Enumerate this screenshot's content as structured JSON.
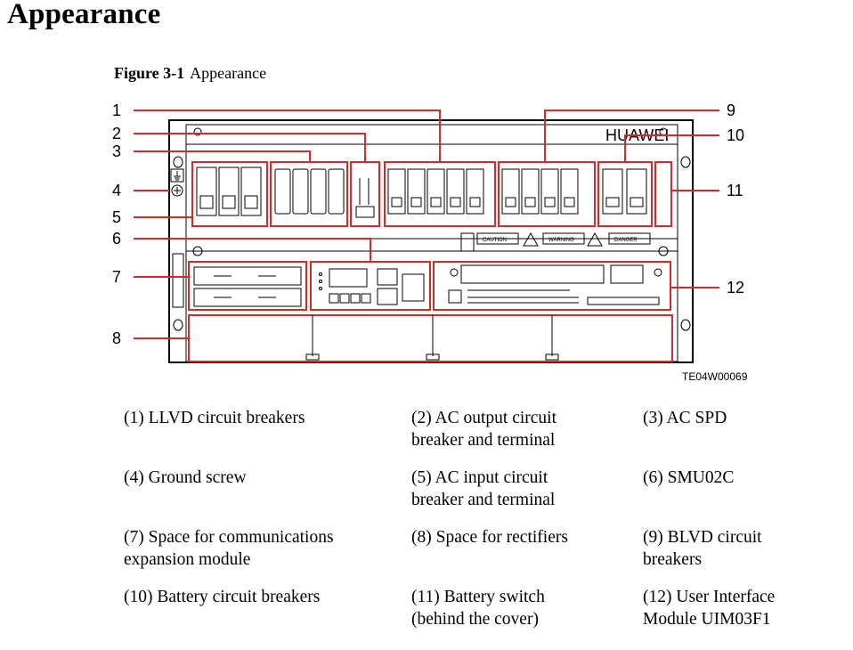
{
  "heading": "Appearance",
  "figure": {
    "number": "Figure 3-1",
    "title": "Appearance",
    "figure_id": "TE04W00069",
    "brand": "HUAWEI",
    "labels": {
      "caution": "CAUTION",
      "warning": "WARNING",
      "danger": "DANGER"
    },
    "callouts": [
      "1",
      "2",
      "3",
      "4",
      "5",
      "6",
      "7",
      "8",
      "9",
      "10",
      "11",
      "12"
    ]
  },
  "legend": [
    {
      "lines": [
        "(1) LLVD circuit breakers"
      ]
    },
    {
      "lines": [
        "(2) AC output circuit",
        "breaker and terminal"
      ]
    },
    {
      "lines": [
        "(3) AC SPD"
      ]
    },
    {
      "lines": [
        "(4) Ground screw"
      ]
    },
    {
      "lines": [
        "(5) AC input circuit",
        "breaker and terminal"
      ]
    },
    {
      "lines": [
        "(6) SMU02C"
      ]
    },
    {
      "lines": [
        "(7) Space for communications",
        "expansion module"
      ]
    },
    {
      "lines": [
        "(8) Space for rectifiers"
      ]
    },
    {
      "lines": [
        "(9) BLVD circuit",
        "breakers"
      ]
    },
    {
      "lines": [
        "(10) Battery circuit breakers"
      ]
    },
    {
      "lines": [
        "(11) Battery switch",
        "(behind the cover)"
      ]
    },
    {
      "lines": [
        "(12) User Interface",
        "Module UIM03F1"
      ]
    }
  ]
}
